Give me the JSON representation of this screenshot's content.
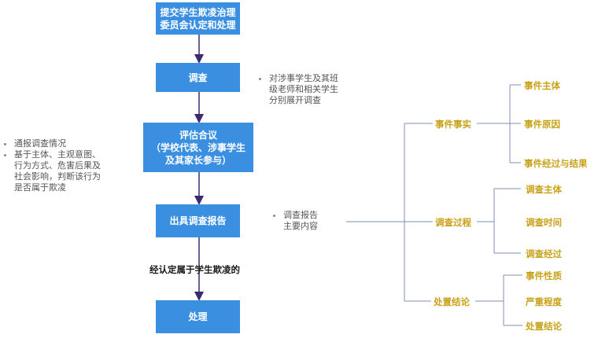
{
  "flow": {
    "step1": "提交学生欺凌治理\n委员会认定和处理",
    "step2": "调查",
    "step3": "评估合议\n（学校代表、涉事学生\n及其家长参与）",
    "step4": "出具调查报告",
    "step5": "处理",
    "edge_label": "经认定属于学生欺凌的"
  },
  "notes": {
    "right_of_investigation": "对涉事学生及其班\n级老师和相关学生\n分别展开调查",
    "left_items": [
      "通报调查情况",
      "基于主体、主观意图、\n行为方式、危害后果及\n社会影响，判断该行为\n是否属于欺凌"
    ],
    "report_content": "调查报告\n主要内容"
  },
  "tree": {
    "branches": [
      {
        "label": "事件事实",
        "leaves": [
          "事件主体",
          "事件原因",
          "事件经过与结果"
        ]
      },
      {
        "label": "调查过程",
        "leaves": [
          "调查主体",
          "调查时间",
          "调查经过"
        ]
      },
      {
        "label": "处置结论",
        "leaves": [
          "事件性质",
          "严重程度",
          "处置结论"
        ]
      }
    ]
  },
  "colors": {
    "box_fill": "#3b8fe0",
    "arrow": "#3d2a6e",
    "tree_line": "#7f8fb0",
    "tree_text": "#c9a21a",
    "note_text": "#555555"
  }
}
